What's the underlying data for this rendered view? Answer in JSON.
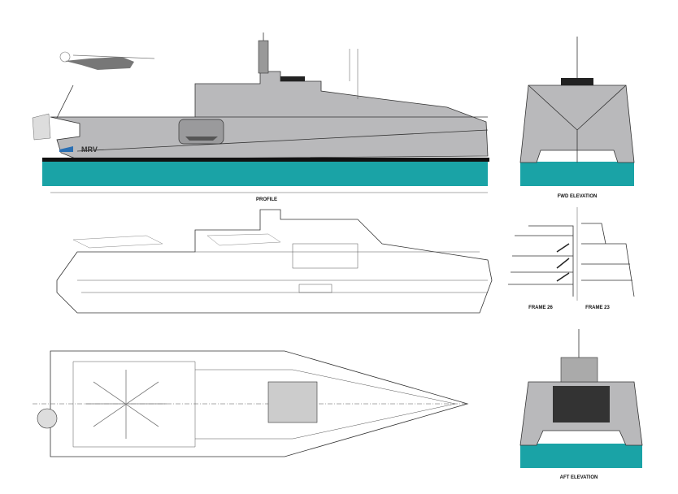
{
  "drawing": {
    "ship_name": "MRV",
    "views": {
      "profile": "PROFILE",
      "fwd_elevation": "FWD ELEVATION",
      "frame_a": "FRAME 26",
      "frame_b": "FRAME 23",
      "aft_elevation": "AFT ELEVATION"
    },
    "colors": {
      "sea": "#1aa3a6",
      "hull": "#b9b9bb",
      "keel": "#111111"
    }
  }
}
